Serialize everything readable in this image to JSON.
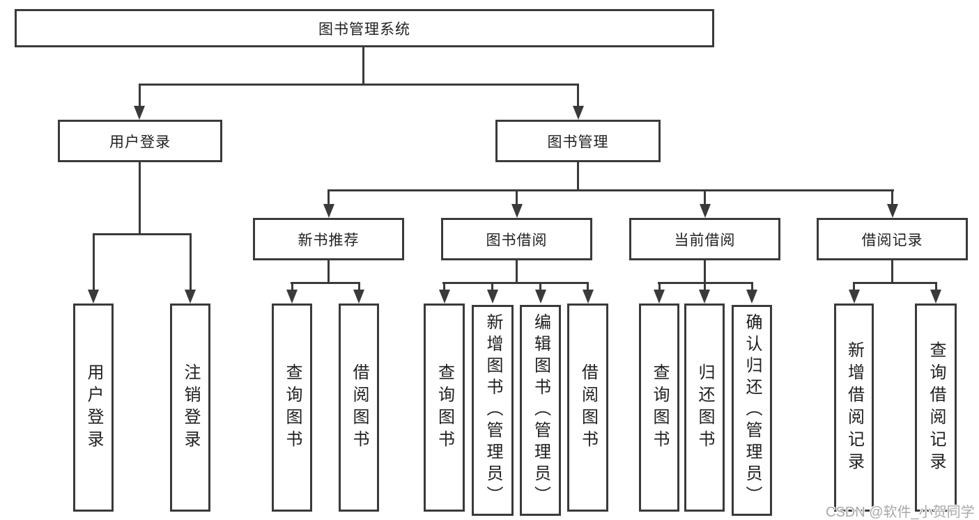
{
  "colors": {
    "line": "#3a3a3a",
    "text": "#1f1f1f",
    "watermark_gray": "#a8a8a8",
    "background": "#ffffff"
  },
  "watermark": "CSDN @软件_小贺同学",
  "tree": {
    "root": {
      "label": "图书管理系统"
    },
    "branches": [
      {
        "label": "用户登录",
        "children": [
          {
            "label": "用户登录"
          },
          {
            "label": "注销登录"
          }
        ]
      },
      {
        "label": "图书管理",
        "groups": [
          {
            "label": "新书推荐",
            "children": [
              {
                "label": "查询图书"
              },
              {
                "label": "借阅图书"
              }
            ]
          },
          {
            "label": "图书借阅",
            "children": [
              {
                "label": "查询图书"
              },
              {
                "label": "新增图书（管理员）"
              },
              {
                "label": "编辑图书（管理员）"
              },
              {
                "label": "借阅图书"
              }
            ]
          },
          {
            "label": "当前借阅",
            "children": [
              {
                "label": "查询图书"
              },
              {
                "label": "归还图书"
              },
              {
                "label": "确认归还（管理员）"
              }
            ]
          },
          {
            "label": "借阅记录",
            "children": [
              {
                "label": "新增借阅记录"
              },
              {
                "label": "查询借阅记录"
              }
            ]
          }
        ]
      }
    ]
  }
}
